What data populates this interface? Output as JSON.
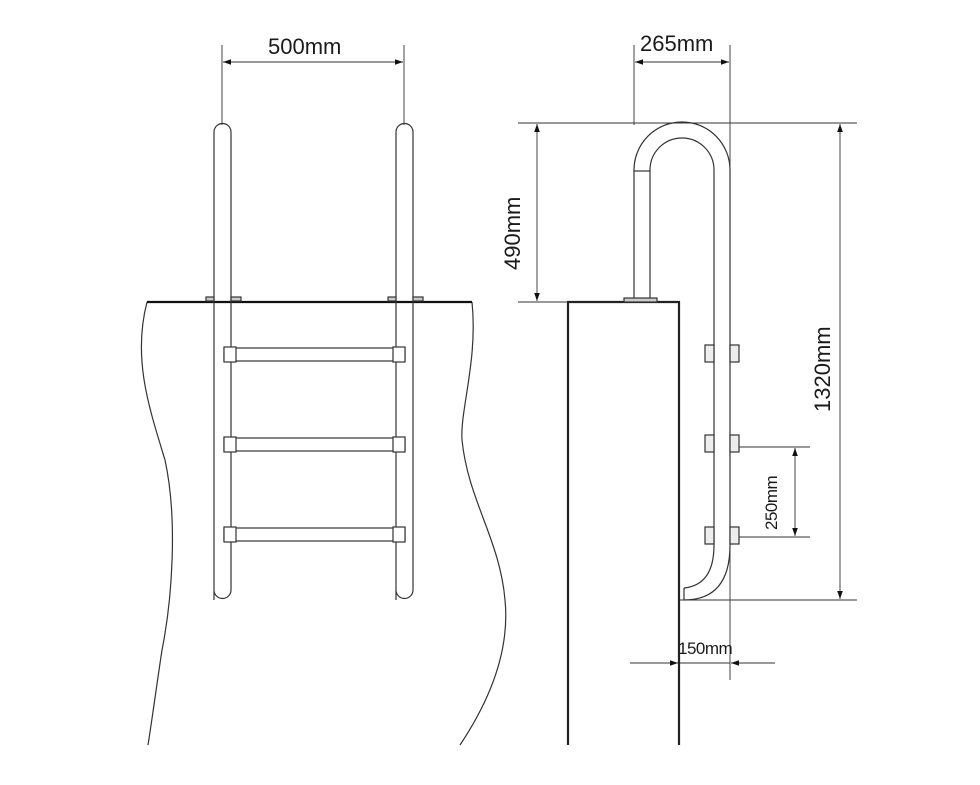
{
  "diagram": {
    "type": "pool ladder technical drawing",
    "views": [
      {
        "name": "front-view",
        "description": "ladder with 3 steps mounted on pool edge"
      },
      {
        "name": "side-view",
        "description": "ladder profile mounted on pool wall"
      }
    ],
    "dimensions": {
      "front_width": "500mm",
      "side_top_width": "265mm",
      "handrail_height": "490mm",
      "total_height": "1320mm",
      "step_spacing": "250mm",
      "wall_offset": "150mm"
    },
    "step_count": 3,
    "colors": {
      "line": "#333333",
      "background": "#ffffff"
    }
  }
}
